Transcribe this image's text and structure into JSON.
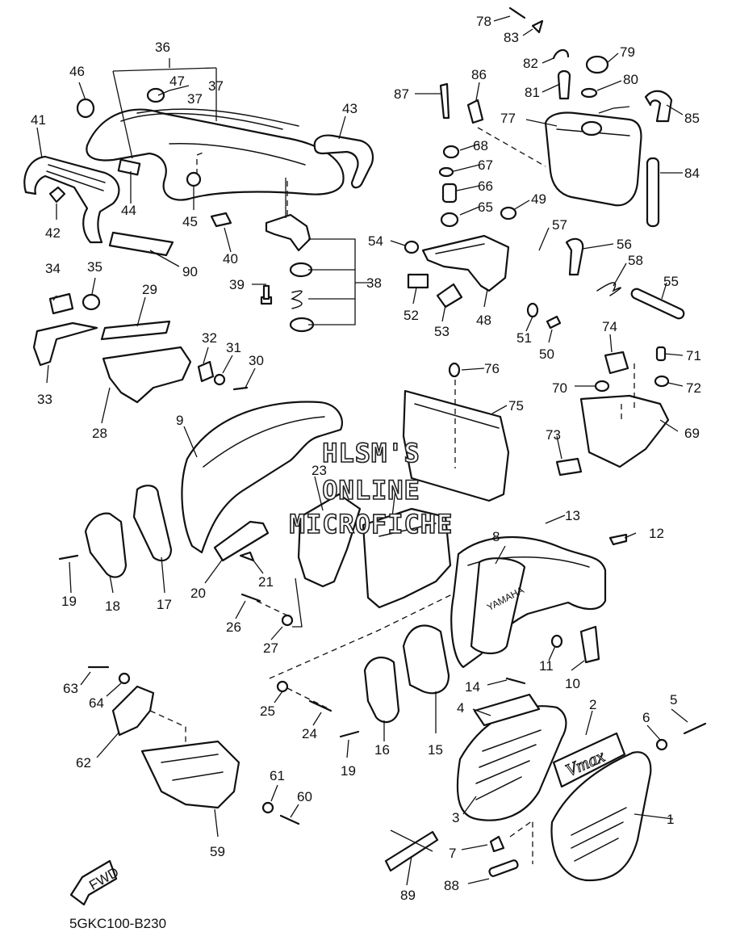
{
  "diagram": {
    "code": "5GKC100-B230",
    "fwd_label": "FWD",
    "watermark": [
      "HLSM'S",
      "ONLINE",
      "MICROFICHE"
    ],
    "brand_markings": [
      "YAMAHA",
      "Vmax"
    ]
  },
  "callouts": [
    "1",
    "2",
    "3",
    "4",
    "5",
    "6",
    "7",
    "8",
    "9",
    "10",
    "11",
    "12",
    "13",
    "14",
    "15",
    "16",
    "17",
    "18",
    "19",
    "19",
    "20",
    "21",
    "23",
    "24",
    "25",
    "26",
    "27",
    "28",
    "29",
    "30",
    "31",
    "32",
    "33",
    "34",
    "35",
    "36",
    "37",
    "37",
    "38",
    "39",
    "40",
    "41",
    "42",
    "43",
    "44",
    "45",
    "46",
    "47",
    "48",
    "49",
    "50",
    "51",
    "52",
    "53",
    "54",
    "55",
    "56",
    "57",
    "58",
    "59",
    "60",
    "61",
    "62",
    "63",
    "64",
    "65",
    "66",
    "67",
    "68",
    "69",
    "70",
    "71",
    "72",
    "73",
    "74",
    "75",
    "76",
    "77",
    "78",
    "79",
    "80",
    "81",
    "82",
    "83",
    "84",
    "85",
    "86",
    "87",
    "88",
    "89",
    "90"
  ]
}
